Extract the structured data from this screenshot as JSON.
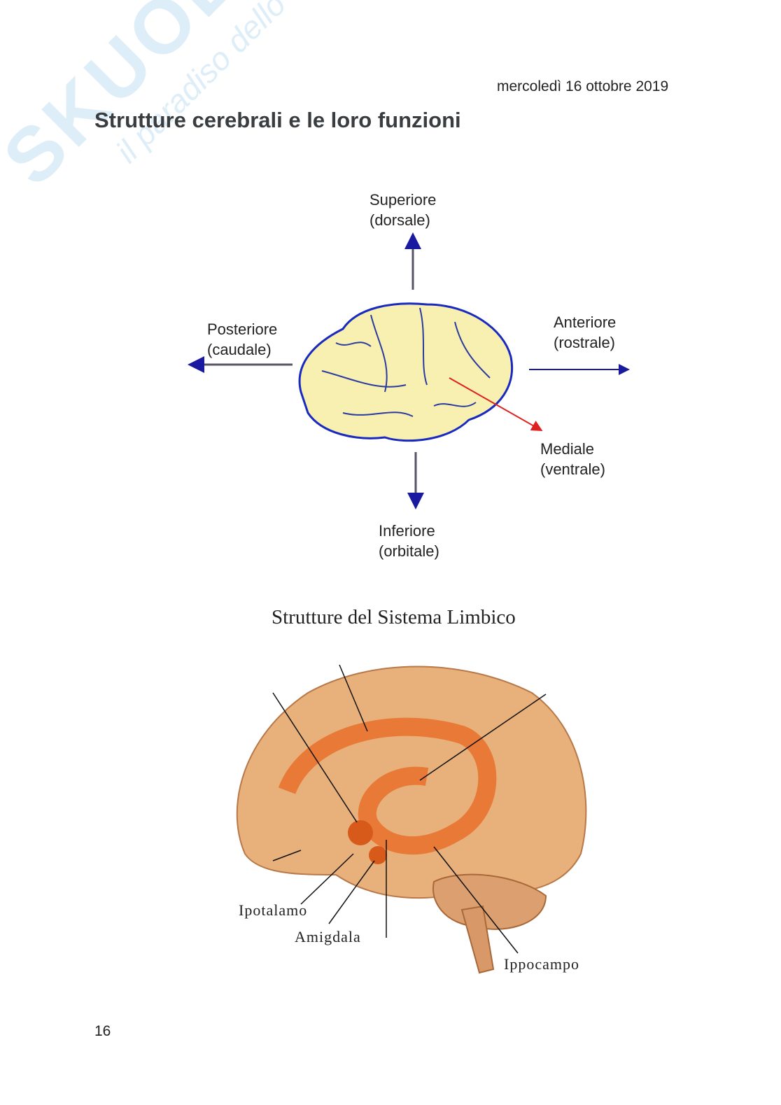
{
  "header": {
    "date": "mercoledì 16 ottobre 2019"
  },
  "page_title": "Strutture cerebrali e le loro funzioni",
  "watermark": {
    "brand": "SKUOLA.net",
    "tagline": "il paradiso dello studente"
  },
  "orientation_figure": {
    "superior": {
      "line1": "Superiore",
      "line2": "(dorsale)"
    },
    "posterior": {
      "line1": "Posteriore",
      "line2": "(caudale)"
    },
    "anterior": {
      "line1": "Anteriore",
      "line2": "(rostrale)"
    },
    "medial": {
      "line1": "Mediale",
      "line2": "(ventrale)"
    },
    "inferior": {
      "line1": "Inferiore",
      "line2": "(orbitale)"
    },
    "colors": {
      "arrow": "#1a1aa0",
      "brain_fill": "#f8f0b0",
      "brain_outline": "#1a2ac0",
      "medial_arrow": "#e02020"
    }
  },
  "limbic_figure": {
    "title": "Strutture del Sistema Limbico",
    "labels": {
      "hypothalamus": "Ipotalamo",
      "amygdala": "Amigdala",
      "hippocampus": "Ippocampo"
    },
    "colors": {
      "brain": "#e8b07a",
      "limbic": "#e8702a"
    }
  },
  "footer": {
    "page_number": "16"
  }
}
